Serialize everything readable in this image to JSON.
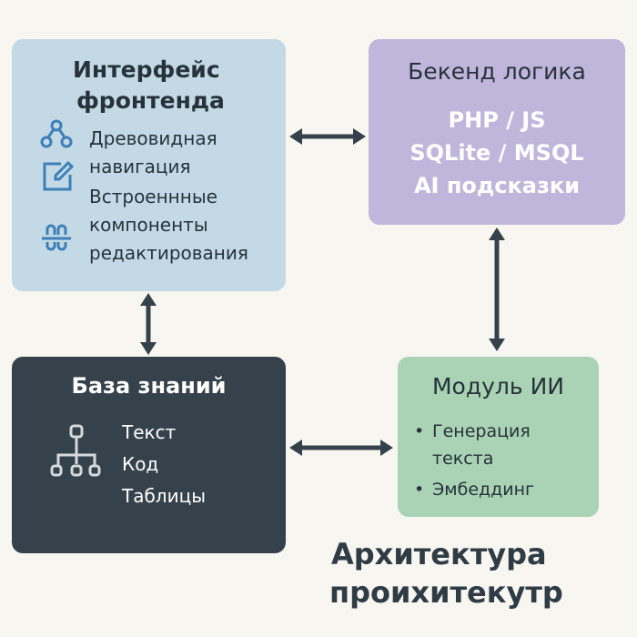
{
  "frontend": {
    "title_line1": "Интерфейс",
    "title_line2": "фронтенда",
    "items": [
      "Древовидная",
      "навигация",
      "Встроеннные",
      "компоненты",
      "редактирования"
    ]
  },
  "backend": {
    "title": "Бекенд логика",
    "items": [
      "PHP / JS",
      "SQLite / MSQL",
      "AI подсказки"
    ]
  },
  "knowledge_base": {
    "title": "База знаний",
    "items": [
      "Текст",
      "Код",
      "Таблицы"
    ]
  },
  "ai_module": {
    "title": "Модуль ИИ",
    "items": [
      "Генерация",
      "текста",
      "Эмбеддинг"
    ]
  },
  "caption": {
    "line1": "Архитектура",
    "line2": "проихитекутр"
  },
  "colors": {
    "frontend": "#c3dae6",
    "backend": "#c0b6dc",
    "kb": "#36424b",
    "ai": "#a9d3b4",
    "icon": "#3f7fb8"
  }
}
